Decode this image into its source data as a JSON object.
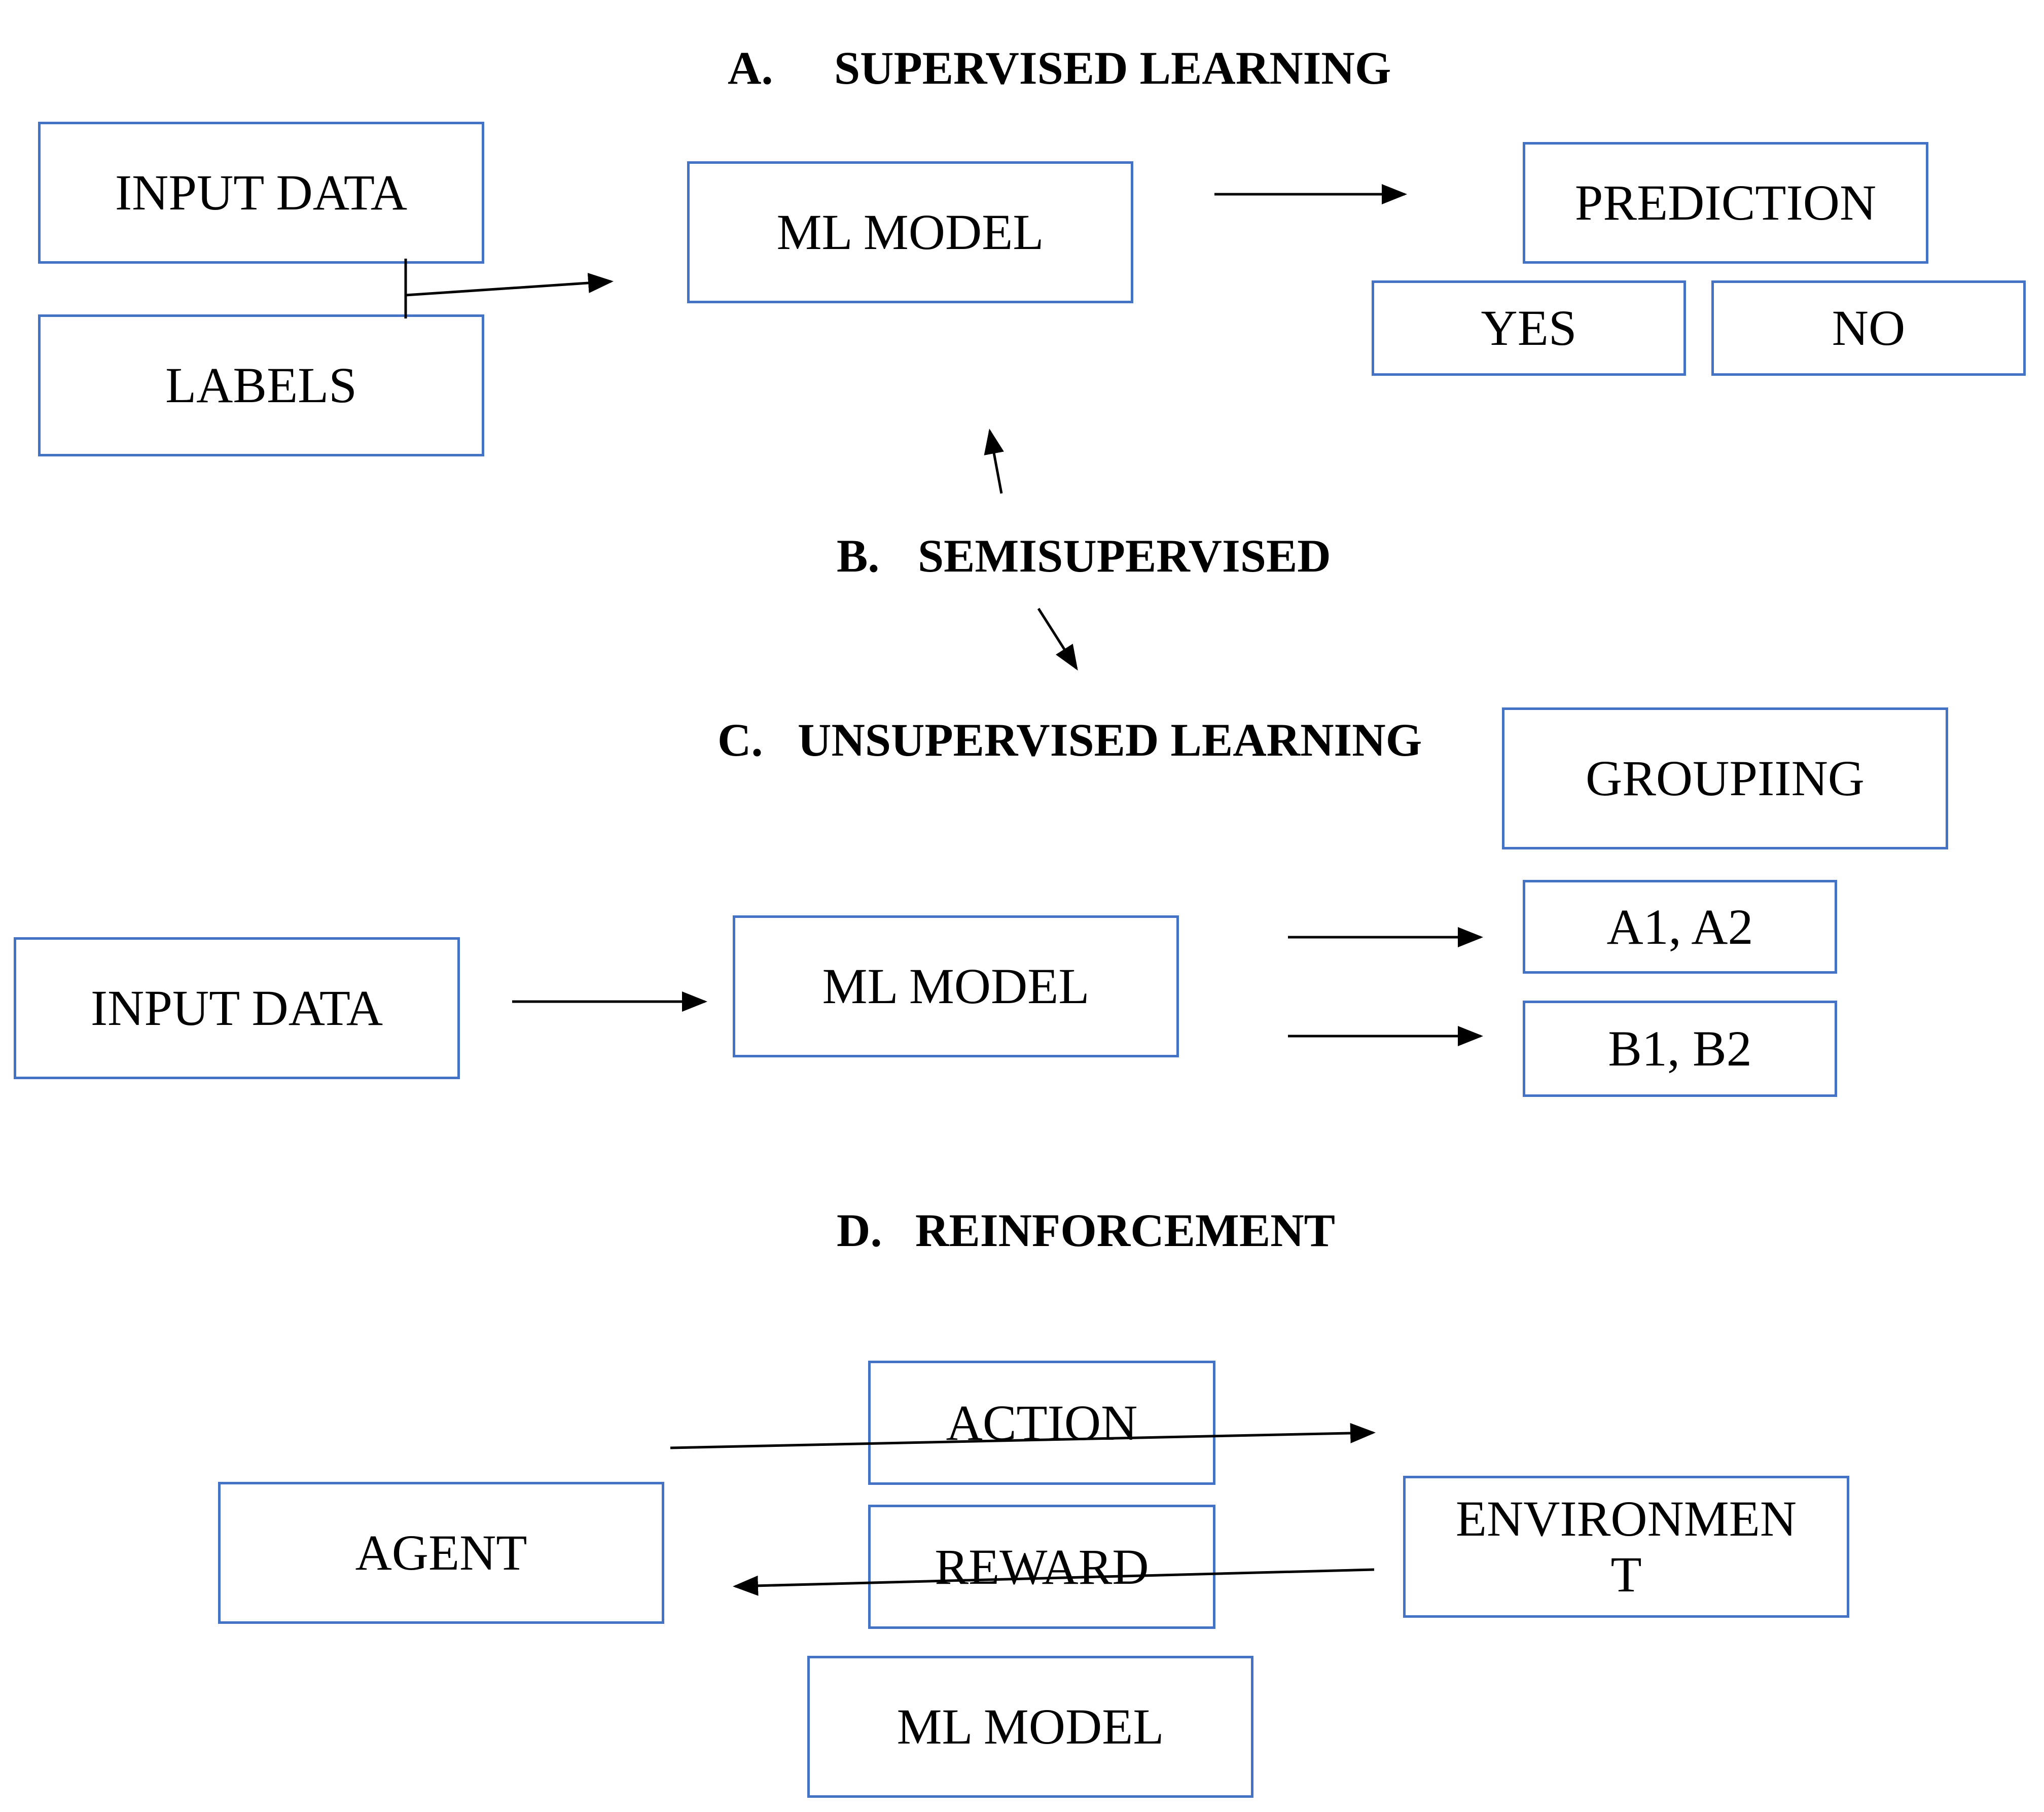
{
  "section_a": {
    "letter": "A.",
    "title": "SUPERVISED LEARNING",
    "input_data": "INPUT DATA",
    "labels": "LABELS",
    "ml_model": "ML MODEL",
    "prediction": "PREDICTION",
    "yes": "YES",
    "no": "NO"
  },
  "section_b": {
    "letter": "B.",
    "title": "SEMISUPERVISED"
  },
  "section_c": {
    "letter": "C.",
    "title": "UNSUPERVISED LEARNING",
    "grouping": "GROUPIING",
    "input_data": "INPUT DATA",
    "ml_model": "ML MODEL",
    "group_a": "A1, A2",
    "group_b": "B1, B2"
  },
  "section_d": {
    "letter": "D.",
    "title": "REINFORCEMENT",
    "action": "ACTION",
    "reward": "REWARD",
    "agent": "AGENT",
    "environment_line1": "ENVIRONMEN",
    "environment_line2": "T",
    "ml_model": "ML MODEL"
  },
  "colors": {
    "box_border": "#4472c4",
    "text": "#000000",
    "arrow": "#000000"
  }
}
